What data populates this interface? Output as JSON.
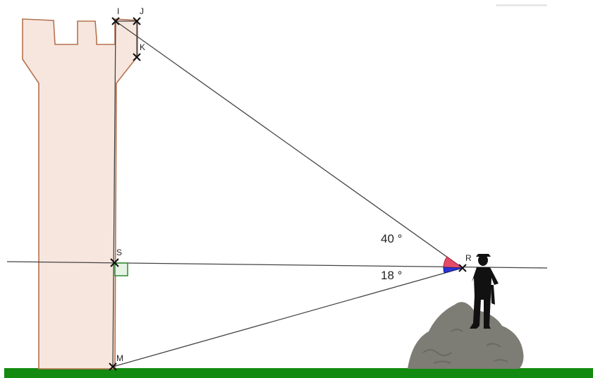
{
  "diagram": {
    "points": {
      "I": "I",
      "J": "J",
      "K": "K",
      "S": "S",
      "R": "R",
      "M": "M"
    },
    "angles": {
      "upper": "40 °",
      "lower": "18 °"
    }
  },
  "colors": {
    "tower_fill": "#f7e6de",
    "tower_stroke": "#b5734f",
    "ground": "#138a10",
    "rock": "#7d7d76",
    "person": "#111111",
    "angle_upper": "#e34b68",
    "angle_lower": "#2a34d6",
    "right_angle": "#2e8b2e"
  },
  "icons": {
    "person": "silhouette-person-icon",
    "rock": "rock-icon"
  }
}
